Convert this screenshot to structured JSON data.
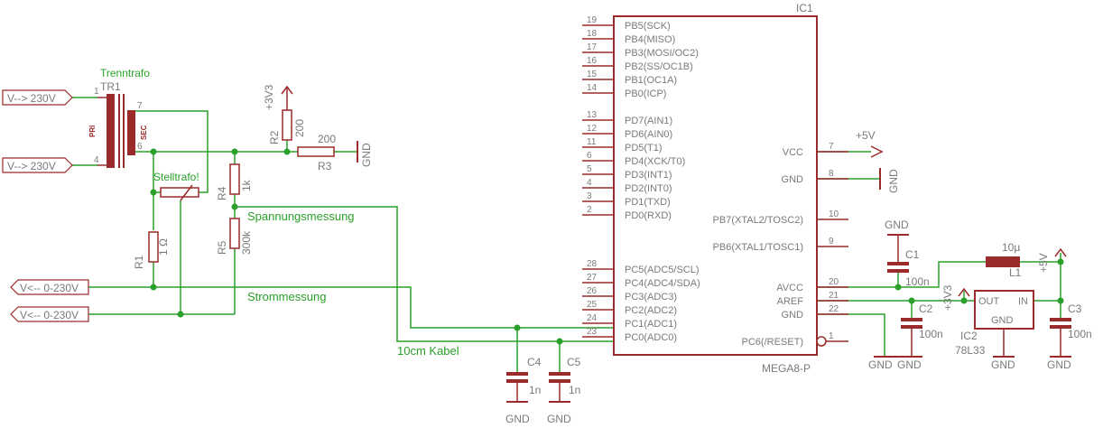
{
  "ic1": {
    "name": "IC1",
    "value": "MEGA8-P",
    "left_pins": [
      {
        "num": "19",
        "label": "PB5(SCK)"
      },
      {
        "num": "18",
        "label": "PB4(MISO)"
      },
      {
        "num": "17",
        "label": "PB3(MOSI/OC2)"
      },
      {
        "num": "16",
        "label": "PB2(SS/OC1B)"
      },
      {
        "num": "15",
        "label": "PB1(OC1A)"
      },
      {
        "num": "14",
        "label": "PB0(ICP)"
      },
      {
        "num": "13",
        "label": "PD7(AIN1)"
      },
      {
        "num": "12",
        "label": "PD6(AIN0)"
      },
      {
        "num": "11",
        "label": "PD5(T1)"
      },
      {
        "num": "6",
        "label": "PD4(XCK/T0)"
      },
      {
        "num": "5",
        "label": "PD3(INT1)"
      },
      {
        "num": "4",
        "label": "PD2(INT0)"
      },
      {
        "num": "3",
        "label": "PD1(TXD)"
      },
      {
        "num": "2",
        "label": "PD0(RXD)"
      },
      {
        "num": "28",
        "label": "PC5(ADC5/SCL)"
      },
      {
        "num": "27",
        "label": "PC4(ADC4/SDA)"
      },
      {
        "num": "26",
        "label": "PC3(ADC3)"
      },
      {
        "num": "25",
        "label": "PC2(ADC2)"
      },
      {
        "num": "24",
        "label": "PC1(ADC1)"
      },
      {
        "num": "23",
        "label": "PC0(ADC0)"
      }
    ],
    "right_pins": [
      {
        "num": "7",
        "label": "VCC"
      },
      {
        "num": "8",
        "label": "GND"
      },
      {
        "num": "10",
        "label": "PB7(XTAL2/TOSC2)"
      },
      {
        "num": "9",
        "label": "PB6(XTAL1/TOSC1)"
      },
      {
        "num": "20",
        "label": "AVCC"
      },
      {
        "num": "21",
        "label": "AREF"
      },
      {
        "num": "22",
        "label": "GND"
      },
      {
        "num": "1",
        "label": "PC6(/RESET)"
      }
    ]
  },
  "tr1": {
    "title": "Trenntrafo",
    "name": "TR1",
    "pri": "PRI",
    "sec": "SEC",
    "pin1": "1",
    "pin4": "4",
    "pin7": "7",
    "pin6": "6"
  },
  "ports": {
    "in1": "V--> 230V",
    "in2": "V--> 230V",
    "out1": "V<-- 0-230V",
    "out2": "V<-- 0-230V"
  },
  "labels": {
    "stelltrafo": "Stelltrafo!",
    "spannung": "Spannungsmessung",
    "strom": "Strommessung",
    "kabel": "10cm Kabel"
  },
  "parts": {
    "r1": {
      "name": "R1",
      "value": "1 Ω"
    },
    "r2": {
      "name": "R2",
      "value": "200"
    },
    "r3": {
      "name": "R3",
      "value": "200"
    },
    "r4": {
      "name": "R4",
      "value": "1k"
    },
    "r5": {
      "name": "R5",
      "value": "300k"
    },
    "c1": {
      "name": "C1",
      "value": "100n"
    },
    "c2": {
      "name": "C2",
      "value": "100n"
    },
    "c3": {
      "name": "C3",
      "value": "100n"
    },
    "c4": {
      "name": "C4",
      "value": "1n"
    },
    "c5": {
      "name": "C5",
      "value": "1n"
    },
    "l1": {
      "name": "L1",
      "value": "10µ"
    },
    "ic2": {
      "name": "IC2",
      "value": "78L33",
      "out": "OUT",
      "in": "IN",
      "gnd": "GND"
    }
  },
  "supplies": {
    "p3v3": "+3V3",
    "p5v": "+5V",
    "gnd": "GND"
  },
  "colors": {
    "symbol": "#9b2a2a",
    "net": "#2aa02a",
    "text": "#7a7a7a",
    "label": "#2aa02a"
  }
}
